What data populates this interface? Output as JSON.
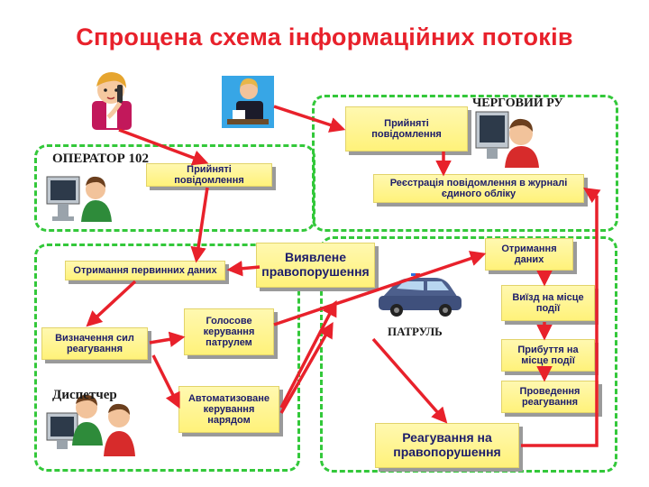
{
  "title": "Спрощена схема інформаційних потоків",
  "labels": {
    "operator": "ОПЕРАТОР 102",
    "duty": "ЧЕРГОВИЙ РУ",
    "dispatcher": "Диспетчер",
    "patrol": "ПАТРУЛЬ"
  },
  "boxes": {
    "received_operator": "Прийняті повідомлення",
    "received_duty": "Прийняті повідомлення",
    "registration": "Реєстрація повідомлення в журналі єдиного обліку",
    "primary_data": "Отримання первинних даних",
    "detected_offense": "Виявлене правопорушення",
    "receiving_data": "Отримання даних",
    "departure": "Виїзд на місце події",
    "arrival": "Прибуття на місце події",
    "response": "Проведення реагування",
    "forces": "Визначення сил реагування",
    "voice_control": "Голосове керування патрулем",
    "auto_control": "Автоматизоване керування нарядом",
    "offense_response": "Реагування на правопорушення"
  },
  "icons": {
    "caller_woman": "woman-on-phone-icon",
    "caller_man": "man-at-desk-icon",
    "operator": "operator-at-computer-icon",
    "duty_officer": "duty-officer-icon",
    "dispatcher": "dispatcher-at-computer-icon",
    "patrol_car": "police-car-icon"
  },
  "colors": {
    "title": "#e8212b",
    "arrow": "#e8212b",
    "region_border": "#33c83a",
    "box_fill": "#fff59a",
    "box_text": "#1d1d6a"
  }
}
